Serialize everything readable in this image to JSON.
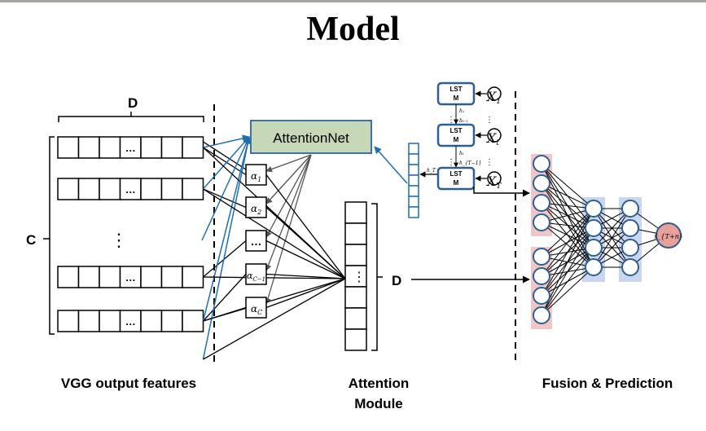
{
  "title": "Model",
  "colors": {
    "accent_blue": "#1f6fb3",
    "attention_box_fill": "#c6d8b6",
    "attention_box_stroke": "#3b72b0",
    "lstm_stroke": "#2e5f8f",
    "input_node_band": "#f1c6c6",
    "hidden_node_band": "#c9d6f0",
    "output_node_fill": "#e8a09a",
    "node_stroke": "#2e5f8f",
    "topbar": "#a9a6a0"
  },
  "vgg": {
    "dim_label_top": "D",
    "dim_label_left": "C",
    "row_dots": "…",
    "vertical_dots": "⋮",
    "section_label": "VGG output features"
  },
  "attention": {
    "net_label": "AttentionNet",
    "alpha_1": "α",
    "alpha_1_sub": "1",
    "alpha_2": "α",
    "alpha_2_sub": "2",
    "alpha_dots": "…",
    "alpha_cm1": "α",
    "alpha_cm1_sub": "C−1",
    "alpha_c": "α",
    "alpha_c_sub": "C",
    "vector_dots": "⋮",
    "dim_label": "D",
    "section_label_line1": "Attention",
    "section_label_line2": "Module"
  },
  "lstm": {
    "cell_label_line1": "LST",
    "cell_label_line2": "M",
    "x1": "X",
    "x1_sub": "1",
    "xt": "X",
    "xt_sub": "t",
    "xT": "X",
    "xT_sub": "T",
    "h1": "h₁",
    "ht1": "hₜ₋₁",
    "ht": "hₜ",
    "hT1": "h_{T−1}",
    "hT": "h_T",
    "dots": "⋮"
  },
  "fusion": {
    "output_label": "x̂_{T+n}",
    "section_label": "Fusion & Prediction"
  }
}
